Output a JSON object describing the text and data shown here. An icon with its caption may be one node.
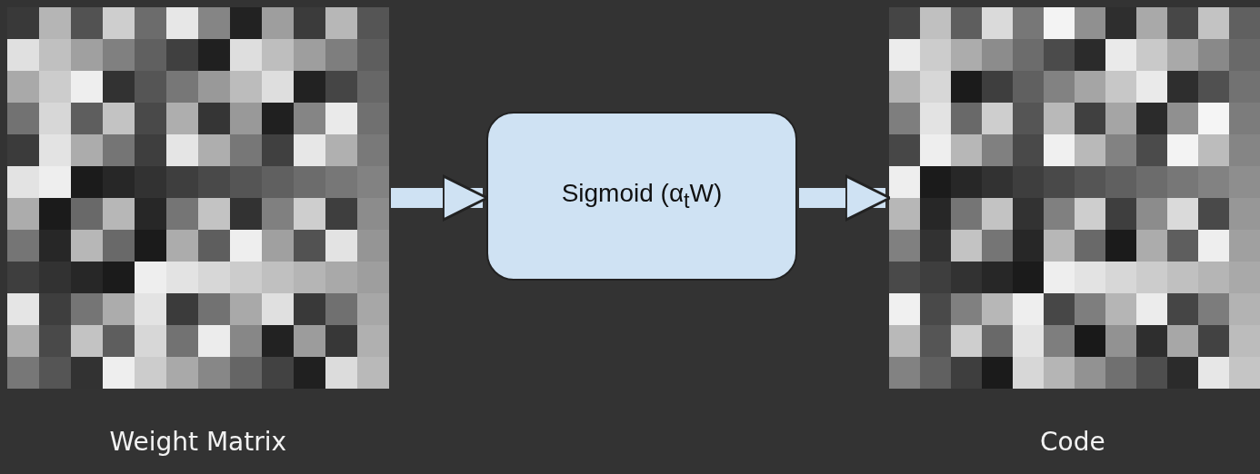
{
  "diagram": {
    "nodes": [
      {
        "text": [],
        "shape": "picture",
        "beside": [
          "Weight Matrix"
        ]
      },
      {
        "text": [
          "Sigmoid (α$_{t}$W)"
        ]
      },
      {
        "text": [],
        "shape": "picture",
        "beside": [
          "Code"
        ]
      }
    ],
    "edges": [
      {
        "from": 0,
        "to": 1,
        "arrow": "to"
      },
      {
        "from": 1,
        "to": 2,
        "arrow": "to"
      }
    ]
  }
}
